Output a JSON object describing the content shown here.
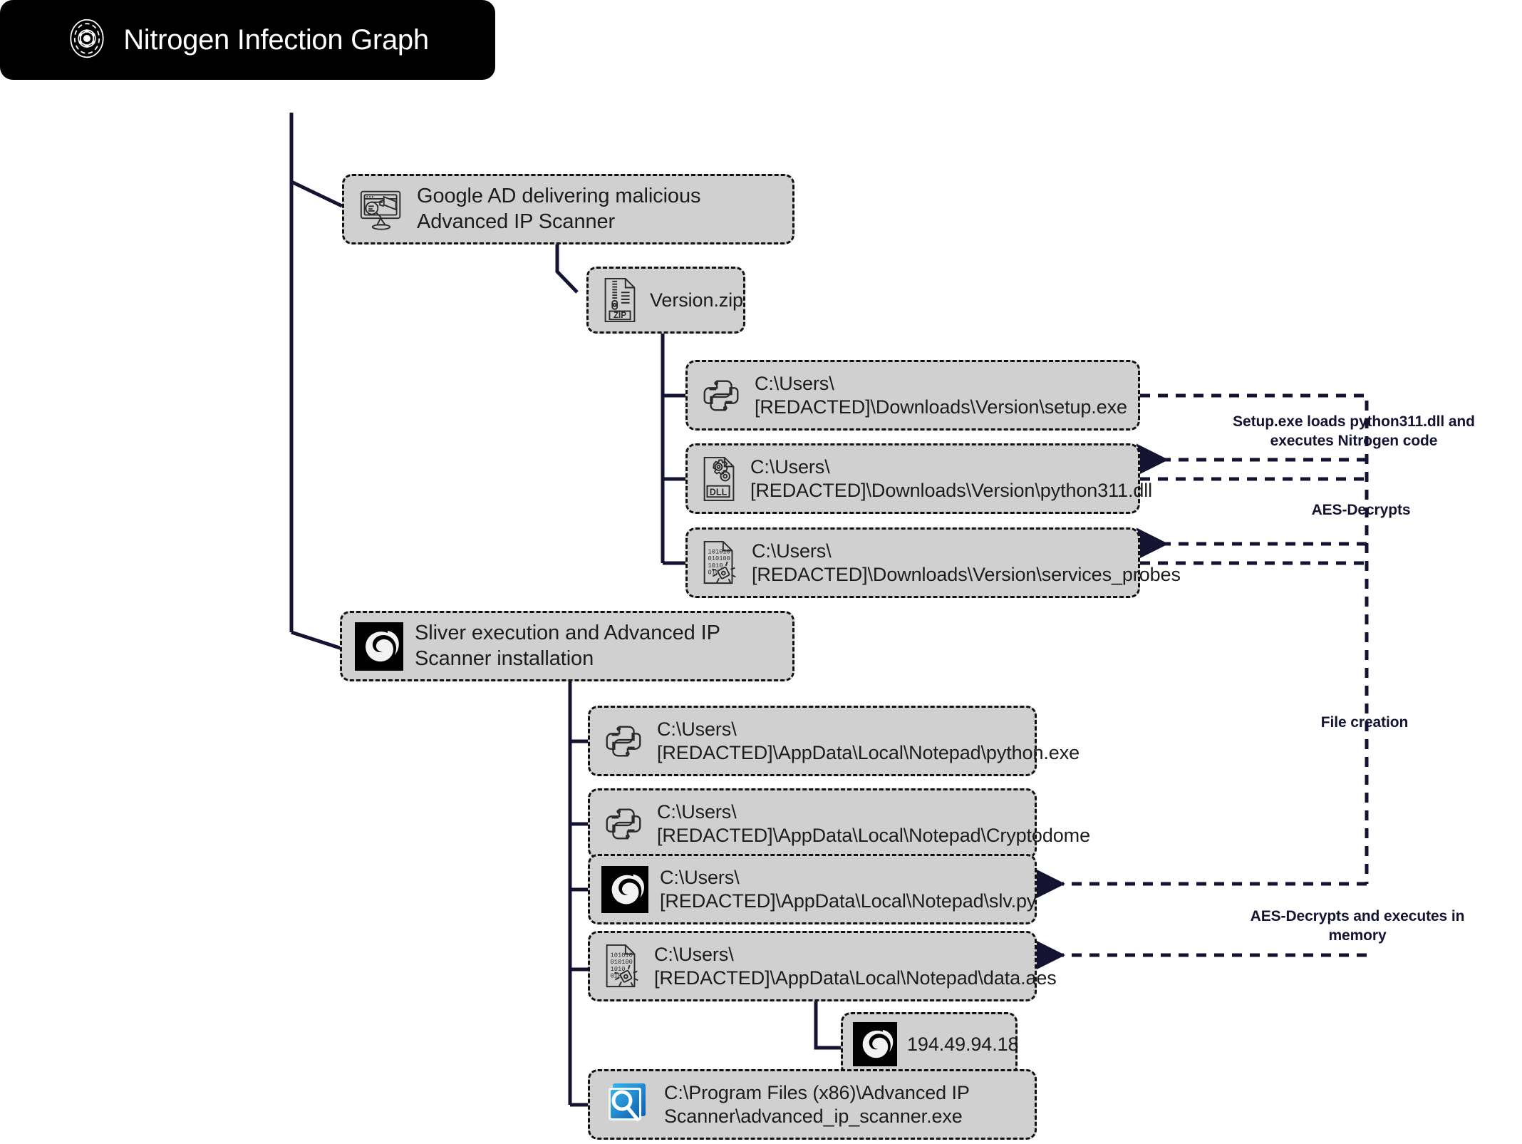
{
  "graph": {
    "title": "Nitrogen Infection Graph",
    "title_icon": "atom-nucleus-icon"
  },
  "nodes": [
    {
      "id": "google-ad",
      "icon": "monitor-megaphone-ad-icon",
      "label": "Google AD delivering malicious\nAdvanced IP Scanner"
    },
    {
      "id": "version-zip",
      "icon": "zip-file-icon",
      "label": "Version.zip"
    },
    {
      "id": "setup-exe",
      "icon": "python-file-icon",
      "label": "C:\\Users\\[REDACTED]\\Downloads\\Version\\setup.exe"
    },
    {
      "id": "python311-dll",
      "icon": "dll-gears-file-icon",
      "label": "C:\\Users\\\n[REDACTED]\\Downloads\\Version\\python311.dll"
    },
    {
      "id": "services-probes",
      "icon": "binary-malware-file-icon",
      "label": "C:\\Users\\\n[REDACTED]\\Downloads\\Version\\services_probes"
    },
    {
      "id": "sliver-execution",
      "icon": "sliver-logo-icon",
      "label": "Sliver execution and Advanced IP\nScanner installation"
    },
    {
      "id": "notepad-python-exe",
      "icon": "python-file-icon",
      "label": "C:\\Users\\\n[REDACTED]\\AppData\\Local\\Notepad\\python.exe"
    },
    {
      "id": "notepad-cryptodome",
      "icon": "python-file-icon",
      "label": "C:\\Users\\\n[REDACTED]\\AppData\\Local\\Notepad\\Cryptodome"
    },
    {
      "id": "notepad-slv-py",
      "icon": "sliver-logo-icon",
      "label": "C:\\Users\\\n[REDACTED]\\AppData\\Local\\Notepad\\slv.py"
    },
    {
      "id": "notepad-data-aes",
      "icon": "binary-malware-file-icon",
      "label": "C:\\Users\\\n[REDACTED]\\AppData\\Local\\Notepad\\data.aes"
    },
    {
      "id": "c2-ip",
      "icon": "sliver-logo-icon",
      "label": "194.49.94.18"
    },
    {
      "id": "advanced-ip-scanner",
      "icon": "advanced-ip-scanner-icon",
      "label": "C:\\Program Files (x86)\\Advanced IP\nScanner\\advanced_ip_scanner.exe"
    }
  ],
  "annotations": [
    {
      "id": "loads-dll",
      "text": "Setup.exe loads python311.dll and\nexecutes Nitrogen code"
    },
    {
      "id": "aes-decrypts",
      "text": "AES-Decrypts"
    },
    {
      "id": "file-creation",
      "text": "File creation"
    },
    {
      "id": "aes-decrypts-mem",
      "text": "AES-Decrypts and executes in\nmemory"
    }
  ],
  "colors": {
    "node_fill": "#d0d0d0",
    "node_border": "#111111",
    "wire": "#141432",
    "title_bg": "#000000",
    "title_text": "#ffffff",
    "annotation_text": "#141432",
    "scanner_blue": "#1a8fd8"
  }
}
